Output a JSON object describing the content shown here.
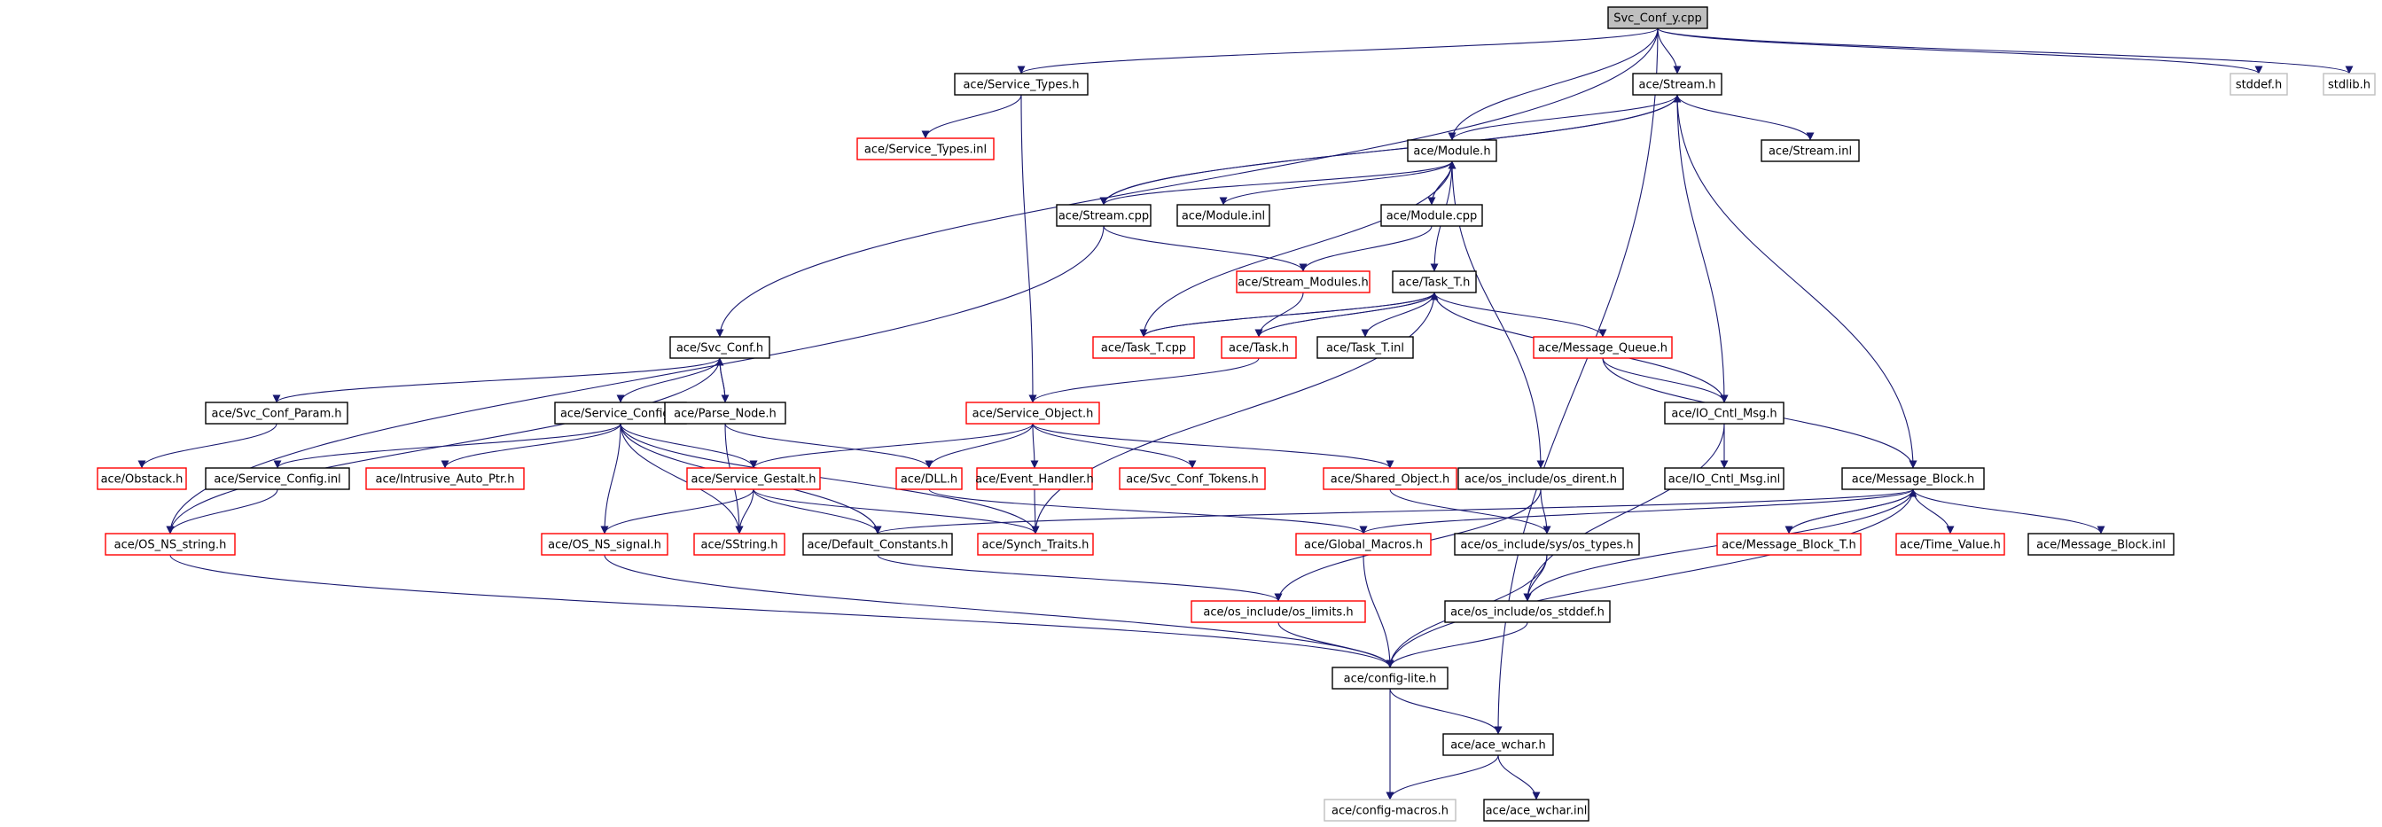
{
  "graph": {
    "colors": {
      "edge": "#191970",
      "node_normal": "#000000",
      "node_undocumented": "#ff0000",
      "node_external": "#bfbfbf",
      "node_root_fill": "#bfbfbf"
    },
    "nodes": [
      {
        "id": "svc_conf_y_cpp",
        "label": "Svc_Conf_y.cpp",
        "kind": "root"
      },
      {
        "id": "service_types_h",
        "label": "ace/Service_Types.h",
        "kind": "normal"
      },
      {
        "id": "stream_h",
        "label": "ace/Stream.h",
        "kind": "normal"
      },
      {
        "id": "stddef_h",
        "label": "stddef.h",
        "kind": "external"
      },
      {
        "id": "stdlib_h",
        "label": "stdlib.h",
        "kind": "external"
      },
      {
        "id": "service_types_inl",
        "label": "ace/Service_Types.inl",
        "kind": "missing"
      },
      {
        "id": "module_h",
        "label": "ace/Module.h",
        "kind": "normal"
      },
      {
        "id": "stream_inl",
        "label": "ace/Stream.inl",
        "kind": "normal"
      },
      {
        "id": "stream_cpp",
        "label": "ace/Stream.cpp",
        "kind": "normal"
      },
      {
        "id": "module_inl",
        "label": "ace/Module.inl",
        "kind": "normal"
      },
      {
        "id": "module_cpp",
        "label": "ace/Module.cpp",
        "kind": "normal"
      },
      {
        "id": "stream_modules_h",
        "label": "ace/Stream_Modules.h",
        "kind": "missing"
      },
      {
        "id": "task_t_h",
        "label": "ace/Task_T.h",
        "kind": "normal"
      },
      {
        "id": "svc_conf_h",
        "label": "ace/Svc_Conf.h",
        "kind": "normal"
      },
      {
        "id": "task_t_cpp",
        "label": "ace/Task_T.cpp",
        "kind": "missing"
      },
      {
        "id": "task_h",
        "label": "ace/Task.h",
        "kind": "missing"
      },
      {
        "id": "task_t_inl",
        "label": "ace/Task_T.inl",
        "kind": "normal"
      },
      {
        "id": "message_queue_h",
        "label": "ace/Message_Queue.h",
        "kind": "missing"
      },
      {
        "id": "svc_conf_param_h",
        "label": "ace/Svc_Conf_Param.h",
        "kind": "normal"
      },
      {
        "id": "service_config_h",
        "label": "ace/Service_Config.h",
        "kind": "normal"
      },
      {
        "id": "parse_node_h",
        "label": "ace/Parse_Node.h",
        "kind": "normal"
      },
      {
        "id": "service_object_h",
        "label": "ace/Service_Object.h",
        "kind": "missing"
      },
      {
        "id": "io_cntl_msg_h",
        "label": "ace/IO_Cntl_Msg.h",
        "kind": "normal"
      },
      {
        "id": "obstack_h",
        "label": "ace/Obstack.h",
        "kind": "missing"
      },
      {
        "id": "service_config_inl",
        "label": "ace/Service_Config.inl",
        "kind": "normal"
      },
      {
        "id": "intrusive_auto_ptr_h",
        "label": "ace/Intrusive_Auto_Ptr.h",
        "kind": "missing"
      },
      {
        "id": "service_gestalt_h",
        "label": "ace/Service_Gestalt.h",
        "kind": "missing"
      },
      {
        "id": "dll_h",
        "label": "ace/DLL.h",
        "kind": "missing"
      },
      {
        "id": "event_handler_h",
        "label": "ace/Event_Handler.h",
        "kind": "missing"
      },
      {
        "id": "svc_conf_tokens_h",
        "label": "ace/Svc_Conf_Tokens.h",
        "kind": "missing"
      },
      {
        "id": "shared_object_h",
        "label": "ace/Shared_Object.h",
        "kind": "missing"
      },
      {
        "id": "os_dirent_h",
        "label": "ace/os_include/os_dirent.h",
        "kind": "normal"
      },
      {
        "id": "io_cntl_msg_inl",
        "label": "ace/IO_Cntl_Msg.inl",
        "kind": "normal"
      },
      {
        "id": "message_block_h",
        "label": "ace/Message_Block.h",
        "kind": "normal"
      },
      {
        "id": "os_ns_string_h",
        "label": "ace/OS_NS_string.h",
        "kind": "missing"
      },
      {
        "id": "os_ns_signal_h",
        "label": "ace/OS_NS_signal.h",
        "kind": "missing"
      },
      {
        "id": "sstring_h",
        "label": "ace/SString.h",
        "kind": "missing"
      },
      {
        "id": "default_constants_h",
        "label": "ace/Default_Constants.h",
        "kind": "normal"
      },
      {
        "id": "synch_traits_h",
        "label": "ace/Synch_Traits.h",
        "kind": "missing"
      },
      {
        "id": "global_macros_h",
        "label": "ace/Global_Macros.h",
        "kind": "missing"
      },
      {
        "id": "sys_types_h",
        "label": "ace/os_include/sys/os_types.h",
        "kind": "normal"
      },
      {
        "id": "message_block_t_h",
        "label": "ace/Message_Block_T.h",
        "kind": "missing"
      },
      {
        "id": "time_value_h",
        "label": "ace/Time_Value.h",
        "kind": "missing"
      },
      {
        "id": "message_block_inl",
        "label": "ace/Message_Block.inl",
        "kind": "normal"
      },
      {
        "id": "os_limits_h",
        "label": "ace/os_include/os_limits.h",
        "kind": "missing"
      },
      {
        "id": "os_stddef_h",
        "label": "ace/os_include/os_stddef.h",
        "kind": "normal"
      },
      {
        "id": "config_lite_h",
        "label": "ace/config-lite.h",
        "kind": "normal"
      },
      {
        "id": "ace_wchar_h",
        "label": "ace/ace_wchar.h",
        "kind": "normal"
      },
      {
        "id": "config_macros_h",
        "label": "ace/config-macros.h",
        "kind": "external"
      },
      {
        "id": "ace_wchar_inl",
        "label": "ace/ace_wchar.inl",
        "kind": "normal"
      }
    ],
    "edges": [
      [
        "svc_conf_y_cpp",
        "service_types_h"
      ],
      [
        "svc_conf_y_cpp",
        "stream_h"
      ],
      [
        "svc_conf_y_cpp",
        "module_h"
      ],
      [
        "svc_conf_y_cpp",
        "svc_conf_h"
      ],
      [
        "svc_conf_y_cpp",
        "stddef_h"
      ],
      [
        "svc_conf_y_cpp",
        "stdlib_h"
      ],
      [
        "svc_conf_y_cpp",
        "ace_wchar_h"
      ],
      [
        "service_types_h",
        "service_types_inl"
      ],
      [
        "service_types_h",
        "service_object_h"
      ],
      [
        "stream_h",
        "module_h"
      ],
      [
        "stream_h",
        "stream_inl"
      ],
      [
        "stream_h",
        "stream_cpp"
      ],
      [
        "stream_h",
        "io_cntl_msg_h"
      ],
      [
        "stream_h",
        "message_block_h"
      ],
      [
        "module_h",
        "module_inl"
      ],
      [
        "module_h",
        "module_cpp"
      ],
      [
        "module_h",
        "stream_cpp"
      ],
      [
        "module_h",
        "task_t_h"
      ],
      [
        "module_h",
        "os_dirent_h"
      ],
      [
        "stream_cpp",
        "stream_h"
      ],
      [
        "stream_cpp",
        "stream_modules_h"
      ],
      [
        "stream_cpp",
        "os_ns_string_h"
      ],
      [
        "module_cpp",
        "module_h"
      ],
      [
        "module_cpp",
        "stream_modules_h"
      ],
      [
        "stream_modules_h",
        "task_h"
      ],
      [
        "task_t_h",
        "task_t_cpp"
      ],
      [
        "task_t_h",
        "task_h"
      ],
      [
        "task_t_h",
        "task_t_inl"
      ],
      [
        "task_t_h",
        "message_queue_h"
      ],
      [
        "task_t_h",
        "io_cntl_msg_h"
      ],
      [
        "task_t_h",
        "synch_traits_h"
      ],
      [
        "task_t_cpp",
        "task_t_h"
      ],
      [
        "task_t_cpp",
        "module_h"
      ],
      [
        "task_h",
        "task_t_h"
      ],
      [
        "task_h",
        "service_object_h"
      ],
      [
        "message_queue_h",
        "io_cntl_msg_h"
      ],
      [
        "message_queue_h",
        "message_block_h"
      ],
      [
        "svc_conf_h",
        "svc_conf_param_h"
      ],
      [
        "svc_conf_h",
        "service_config_h"
      ],
      [
        "svc_conf_h",
        "parse_node_h"
      ],
      [
        "svc_conf_h",
        "os_ns_string_h"
      ],
      [
        "parse_node_h",
        "svc_conf_h"
      ],
      [
        "parse_node_h",
        "dll_h"
      ],
      [
        "parse_node_h",
        "sstring_h"
      ],
      [
        "svc_conf_param_h",
        "obstack_h"
      ],
      [
        "service_config_h",
        "service_config_inl"
      ],
      [
        "service_config_h",
        "intrusive_auto_ptr_h"
      ],
      [
        "service_config_h",
        "service_gestalt_h"
      ],
      [
        "service_config_h",
        "os_ns_signal_h"
      ],
      [
        "service_config_h",
        "default_constants_h"
      ],
      [
        "service_config_h",
        "synch_traits_h"
      ],
      [
        "service_config_h",
        "sstring_h"
      ],
      [
        "service_config_inl",
        "os_ns_string_h"
      ],
      [
        "service_object_h",
        "service_gestalt_h"
      ],
      [
        "service_object_h",
        "dll_h"
      ],
      [
        "service_object_h",
        "event_handler_h"
      ],
      [
        "service_object_h",
        "svc_conf_tokens_h"
      ],
      [
        "service_object_h",
        "shared_object_h"
      ],
      [
        "service_gestalt_h",
        "os_ns_signal_h"
      ],
      [
        "service_gestalt_h",
        "sstring_h"
      ],
      [
        "service_gestalt_h",
        "default_constants_h"
      ],
      [
        "service_gestalt_h",
        "synch_traits_h"
      ],
      [
        "event_handler_h",
        "synch_traits_h"
      ],
      [
        "dll_h",
        "global_macros_h"
      ],
      [
        "shared_object_h",
        "sys_types_h"
      ],
      [
        "os_dirent_h",
        "sys_types_h"
      ],
      [
        "os_dirent_h",
        "os_limits_h"
      ],
      [
        "io_cntl_msg_h",
        "io_cntl_msg_inl"
      ],
      [
        "io_cntl_msg_h",
        "os_stddef_h"
      ],
      [
        "message_block_h",
        "message_block_t_h"
      ],
      [
        "message_block_h",
        "time_value_h"
      ],
      [
        "message_block_h",
        "message_block_inl"
      ],
      [
        "message_block_h",
        "default_constants_h"
      ],
      [
        "message_block_h",
        "global_macros_h"
      ],
      [
        "message_block_h",
        "config_lite_h"
      ],
      [
        "message_block_h",
        "os_stddef_h"
      ],
      [
        "message_block_t_h",
        "message_block_h"
      ],
      [
        "os_ns_string_h",
        "config_lite_h"
      ],
      [
        "os_ns_signal_h",
        "config_lite_h"
      ],
      [
        "default_constants_h",
        "os_limits_h"
      ],
      [
        "global_macros_h",
        "config_lite_h"
      ],
      [
        "sys_types_h",
        "os_stddef_h"
      ],
      [
        "sys_types_h",
        "config_lite_h"
      ],
      [
        "os_limits_h",
        "config_lite_h"
      ],
      [
        "os_stddef_h",
        "config_lite_h"
      ],
      [
        "config_lite_h",
        "ace_wchar_h"
      ],
      [
        "config_lite_h",
        "config_macros_h"
      ],
      [
        "ace_wchar_h",
        "config_macros_h"
      ],
      [
        "ace_wchar_h",
        "ace_wchar_inl"
      ]
    ]
  }
}
